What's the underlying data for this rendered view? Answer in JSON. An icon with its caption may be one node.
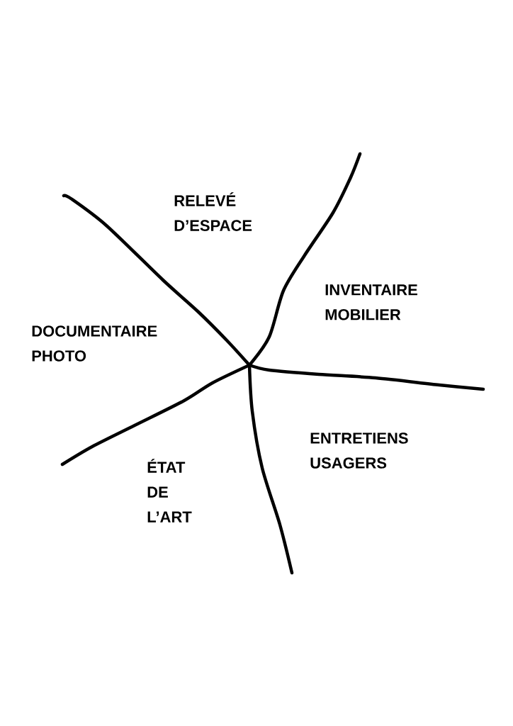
{
  "diagram": {
    "labels": [
      "RELEVÉ D’ESPACE",
      "INVENTAIRE MOBILIER",
      "DOCUMENTAIRE PHOTO",
      "ENTRETIENS USAGERS",
      "ÉTAT DE L’ART"
    ]
  }
}
